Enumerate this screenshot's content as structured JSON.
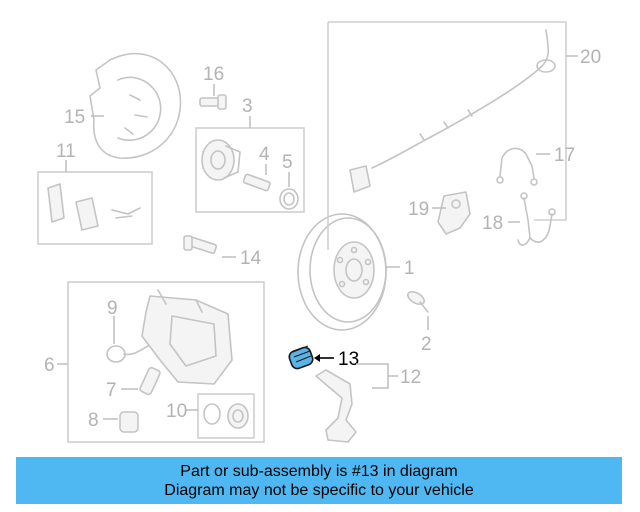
{
  "diagram": {
    "callouts": {
      "c1": "1",
      "c2": "2",
      "c3": "3",
      "c4": "4",
      "c5": "5",
      "c6": "6",
      "c7": "7",
      "c8": "8",
      "c9": "9",
      "c10": "10",
      "c11": "11",
      "c12": "12",
      "c13": "13",
      "c14": "14",
      "c15": "15",
      "c16": "16",
      "c17": "17",
      "c18": "18",
      "c19": "19",
      "c20": "20"
    },
    "highlighted_part": "13",
    "colors": {
      "highlight": "#5ab4e8",
      "banner": "#4fb7f1",
      "line": "#c4c4c4"
    }
  },
  "banner": {
    "line1": "Part or sub-assembly is #13 in diagram",
    "line2": "Diagram may not be specific to your vehicle"
  }
}
